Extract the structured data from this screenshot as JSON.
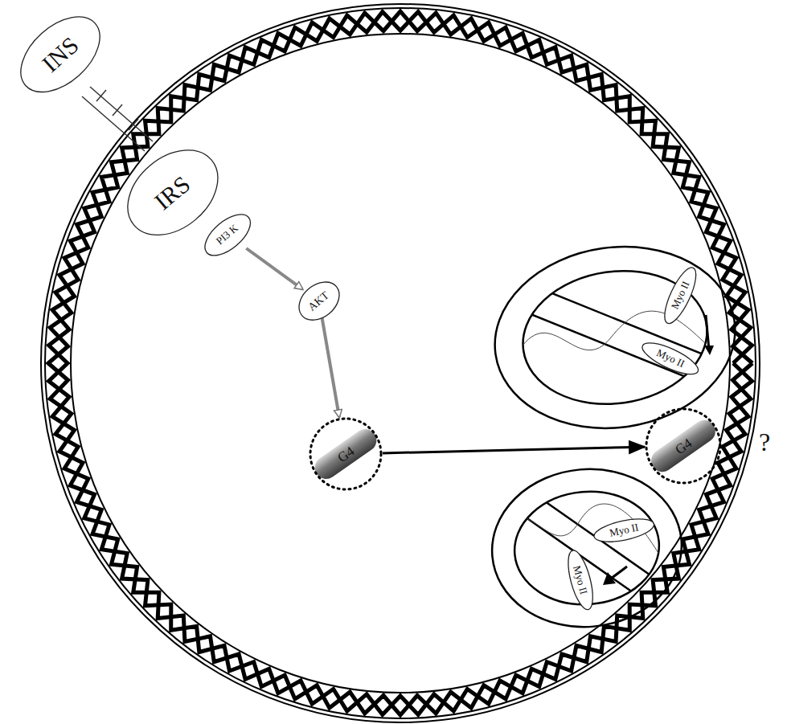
{
  "diagram": {
    "nodes": [
      {
        "text": [
          "INS"
        ]
      },
      {
        "text": [
          "IRS"
        ]
      },
      {
        "text": [
          "PI3 K"
        ]
      },
      {
        "text": [
          "AKT"
        ]
      },
      {
        "text": [
          "G4"
        ]
      },
      {
        "text": [
          "G4"
        ]
      },
      {
        "text": [
          "Myo II"
        ]
      },
      {
        "text": [
          "Myo II"
        ]
      },
      {
        "text": [
          "Myo II"
        ]
      },
      {
        "text": [
          "Myo II"
        ]
      }
    ],
    "edges": [
      {
        "from": 2,
        "to": 3,
        "arrow": "to"
      },
      {
        "from": 3,
        "to": 4,
        "arrow": "to"
      },
      {
        "from": 4,
        "to": 5,
        "arrow": "to"
      }
    ],
    "labels": [
      "?"
    ]
  }
}
